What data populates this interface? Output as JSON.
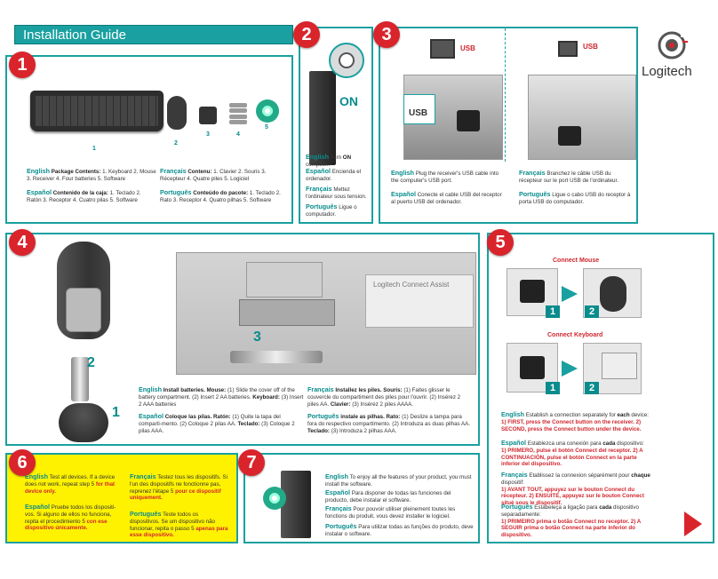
{
  "header": {
    "title": "Installation Guide"
  },
  "brand": {
    "name": "Logitech"
  },
  "badges": [
    "1",
    "2",
    "3",
    "4",
    "5",
    "6",
    "7"
  ],
  "colors": {
    "teal": "#1aa0a0",
    "red": "#d9242c",
    "yellow": "#fff200"
  },
  "step1": {
    "item_numbers": [
      "1",
      "2",
      "3",
      "4",
      "5"
    ],
    "en_lang": "English",
    "en_title": "Package Contents:",
    "en_text": "1. Keyboard 2. Mouse 3. Receiver 4. Four batteries 5. Software",
    "es_lang": "Español",
    "es_title": "Contenido de la caja:",
    "es_text": "1. Teclado 2. Ratón 3. Receptor 4. Cuatro pilas 5. Software",
    "fr_lang": "Français",
    "fr_title": "Contenu:",
    "fr_text": "1. Clavier 2. Souris 3. Récepteur 4. Quatre piles 5. Logiciel",
    "pt_lang": "Português",
    "pt_title": "Conteúdo do pacote:",
    "pt_text": "1. Teclado 2. Rato 3. Receptor 4. Quatro pilhas 5. Software"
  },
  "step2": {
    "on_label": "ON",
    "en_lang": "English",
    "en_pre": "Turn ",
    "en_bold": "ON",
    "en_post": " computer.",
    "es_lang": "Español",
    "es_text": "Encienda el ordenador.",
    "fr_lang": "Français",
    "fr_text": "Mettez l'ordinateur sous tension.",
    "pt_lang": "Português",
    "pt_text": "Ligue o computador."
  },
  "step3": {
    "usb_label": "USB",
    "en_lang": "English",
    "en_text": "Plug the receiver's USB cable into the computer's USB port.",
    "es_lang": "Español",
    "es_text": "Conecte el cable USB del receptor al puerto USB del ordenador.",
    "fr_lang": "Français",
    "fr_text": "Branchez le câble USB du récepteur sur le port USB de l'ordinateur.",
    "pt_lang": "Português",
    "pt_text": "Ligue o cabo USB do receptor à porta USB do computador."
  },
  "step4": {
    "labels": [
      "1",
      "2",
      "3"
    ],
    "keyboard_badge": "Logitech Connect Assist",
    "en_lang": "English",
    "en_text_a": "Install batteries. Mouse:",
    "en_text_b": "(1) Slide the cover off of the battery compartment. (2) Insert 2 AA batteries.",
    "en_text_c": "Keyboard:",
    "en_text_d": "(3) Insert 2 AAA batteries",
    "es_lang": "Español",
    "es_text_a": "Coloque las pilas. Ratón:",
    "es_text_b": "(1) Quite la tapa del comparti-mento. (2) Coloque 2 pilas AA.",
    "es_text_c": "Teclado:",
    "es_text_d": "(3) Coloque 2 pilas AAA.",
    "fr_lang": "Français",
    "fr_text_a": "Installez les piles. Souris:",
    "fr_text_b": "(1) Faites glisser le couvercle du compartiment des piles pour l'ouvrir. (2) Insérez 2 piles AA.",
    "fr_text_c": "Clavier:",
    "fr_text_d": "(3) Insérez 2 piles AAAA.",
    "pt_lang": "Português",
    "pt_text_a": "instale as pilhas. Rato:",
    "pt_text_b": "(1) Deslize a tampa para fora do respectivo compartimento. (2) Introduza as duas pilhas AA.",
    "pt_text_c": "Teclado:",
    "pt_text_d": "(3) Introduza 2 pilhas AAA."
  },
  "step5": {
    "connect_mouse": "Connect Mouse",
    "connect_keyboard": "Connect Keyboard",
    "steps": [
      "1",
      "2",
      "1",
      "2"
    ],
    "en_lang": "English",
    "en_text": "Establish a connection separately for ",
    "en_bold": "each",
    "en_text2": " device:",
    "en_red": "1) FIRST, press the Connect button on the receiver. 2) SECOND, press the Connect button under the device.",
    "es_lang": "Español",
    "es_text": "Establezca una conexión para ",
    "es_bold": "cada",
    "es_text2": " dispositivo:",
    "es_red": "1) PRIMERO, pulse el botón Connect del receptor. 2) A CONTINUACIÓN, pulse el botón Connect en la parte inferior del dispositivo.",
    "fr_lang": "Français",
    "fr_text": "Etablissez la connexion séparément pour ",
    "fr_bold": "chaque",
    "fr_text2": " dispositif:",
    "fr_red": "1) AVANT TOUT, appuyez sur le bouton Connect du récepteur. 2) ENSUITE, appuyez sur le bouton Connect situé sous le dispositif.",
    "pt_lang": "Português",
    "pt_text": "Estabeleça a ligação para ",
    "pt_bold": "cada",
    "pt_text2": " dispositivo separadamente:",
    "pt_red": "1) PRIMEIRO prima o botão Connect no receptor. 2) A SEGUIR prima o botão Connect na parte inferior do dispositivo."
  },
  "step6": {
    "en_lang": "English",
    "en_text": "Test all devices. If a device does not work, repeat step 5 ",
    "en_red": "for that device only.",
    "es_lang": "Español",
    "es_text": "Pruebe todos los dispositi-vos. Si alguno de ellos no funciona, repita el procedimiento 5 ",
    "es_red": "con ese dispositivo únicamente.",
    "fr_lang": "Français",
    "fr_text": "Testez tous les dispositifs. Si l'un des dispositifs ne fonctionne pas, reprenez l'étape 5 ",
    "fr_red": "pour ce dispositif uniquement.",
    "pt_lang": "Português",
    "pt_text": "Teste todos os dispositivos. Se um dispositivo não funcionar, repita o passo 5 ",
    "pt_red": "apenas para esse dispositivo."
  },
  "step7": {
    "en_lang": "English",
    "en_text": "To enjoy all the features of your product, you must install the software.",
    "es_lang": "Español",
    "es_text": "Para disponer de todas las funciones del producto, debe instalar el software.",
    "fr_lang": "Français",
    "fr_text": "Pour pouvoir utiliser pleinement toutes les fonctions du produit, vous devez installer le logiciel.",
    "pt_lang": "Português",
    "pt_text": "Para utilizar todas as funções do produto, deve instalar o software."
  }
}
